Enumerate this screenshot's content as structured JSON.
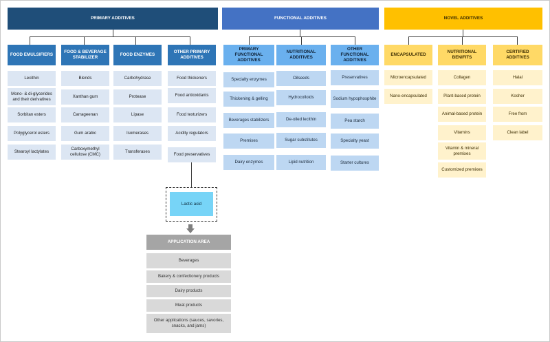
{
  "primary": {
    "title": "PRIMARY ADDITIVES",
    "categories": [
      {
        "title": "FOOD EMULSIFIERS",
        "items": [
          "Lecithin",
          "Mono- & di-glycerides and their derivatives",
          "Sorbitan esters",
          "Polyglycerol esters",
          "Stearoyl lactylates"
        ]
      },
      {
        "title": "FOOD & BEVERAGE STABILIZER",
        "items": [
          "Blends",
          "Xanthan gum",
          "Carrageenan",
          "Gum arabic",
          "Carboxymethyl cellulose (CMC)"
        ]
      },
      {
        "title": "FOOD ENZYMES",
        "items": [
          "Carbohydrase",
          "Protease",
          "Lipase",
          "Isomerases",
          "Transferases"
        ]
      },
      {
        "title": "OTHER PRIMARY ADDITIVES",
        "items": [
          "Food thickeners",
          "Food antioxidants",
          "Food texturizers",
          "Acidity regulators",
          "Food preservatives"
        ]
      }
    ],
    "lactic_acid": "Lactic acid"
  },
  "functional": {
    "title": "FUNCTIONAL ADDITIVES",
    "categories": [
      {
        "title": "PRIMARY FUNCTIONAL ADDITIVES",
        "items": [
          "Specialty enzymes",
          "Thickening & gelling",
          "Beverages stabilizers",
          "Premixes",
          "Dairy enzymes"
        ]
      },
      {
        "title": "NUTRITIONAL ADDITIVES",
        "items": [
          "Oilseeds",
          "Hydrocolloids",
          "De-oiled lecithin",
          "Sugar substitutes",
          "Lipid nutrition"
        ]
      },
      {
        "title": "OTHER FUNCTIONAL ADDITIVES",
        "items": [
          "Preservatives",
          "Sodium hypophosphite",
          "Pea starch",
          "Specialty yeast",
          "Starter cultures"
        ]
      }
    ]
  },
  "novel": {
    "title": "NOVEL ADDITIVES",
    "categories": [
      {
        "title": "ENCAPSULATED",
        "items": [
          "Microencapsulated",
          "Nano-encapsulated"
        ]
      },
      {
        "title": "NUTRITIONAL BENIFITS",
        "items": [
          "Collagen",
          "Plant-based protein",
          "Animal-based protein",
          "Vitamins",
          "Vitamin & mineral premixes",
          "Customized premixes"
        ]
      },
      {
        "title": "CERTIFIED ADDITIVES",
        "items": [
          "Halal",
          "Kosher",
          "Free from",
          "Clean label"
        ]
      }
    ]
  },
  "application": {
    "title": "APPLICATION AREA",
    "items": [
      "Beverages",
      "Bakery & confectionery products",
      "Dairy products",
      "Meat products",
      "Other applications (sauces, savories, snacks, and jams)"
    ]
  },
  "colors": {
    "primary_header": "#1f4e79",
    "primary_category": "#2e75b6",
    "primary_item": "#dce6f3",
    "functional_header": "#4472c4",
    "functional_category": "#6ab0ee",
    "functional_item": "#bdd7f2",
    "novel_header": "#ffc000",
    "novel_category": "#ffd966",
    "novel_item": "#fff2cc",
    "application_header": "#a5a5a5",
    "application_item": "#d9d9d9",
    "lactic_acid": "#77d4f7"
  }
}
